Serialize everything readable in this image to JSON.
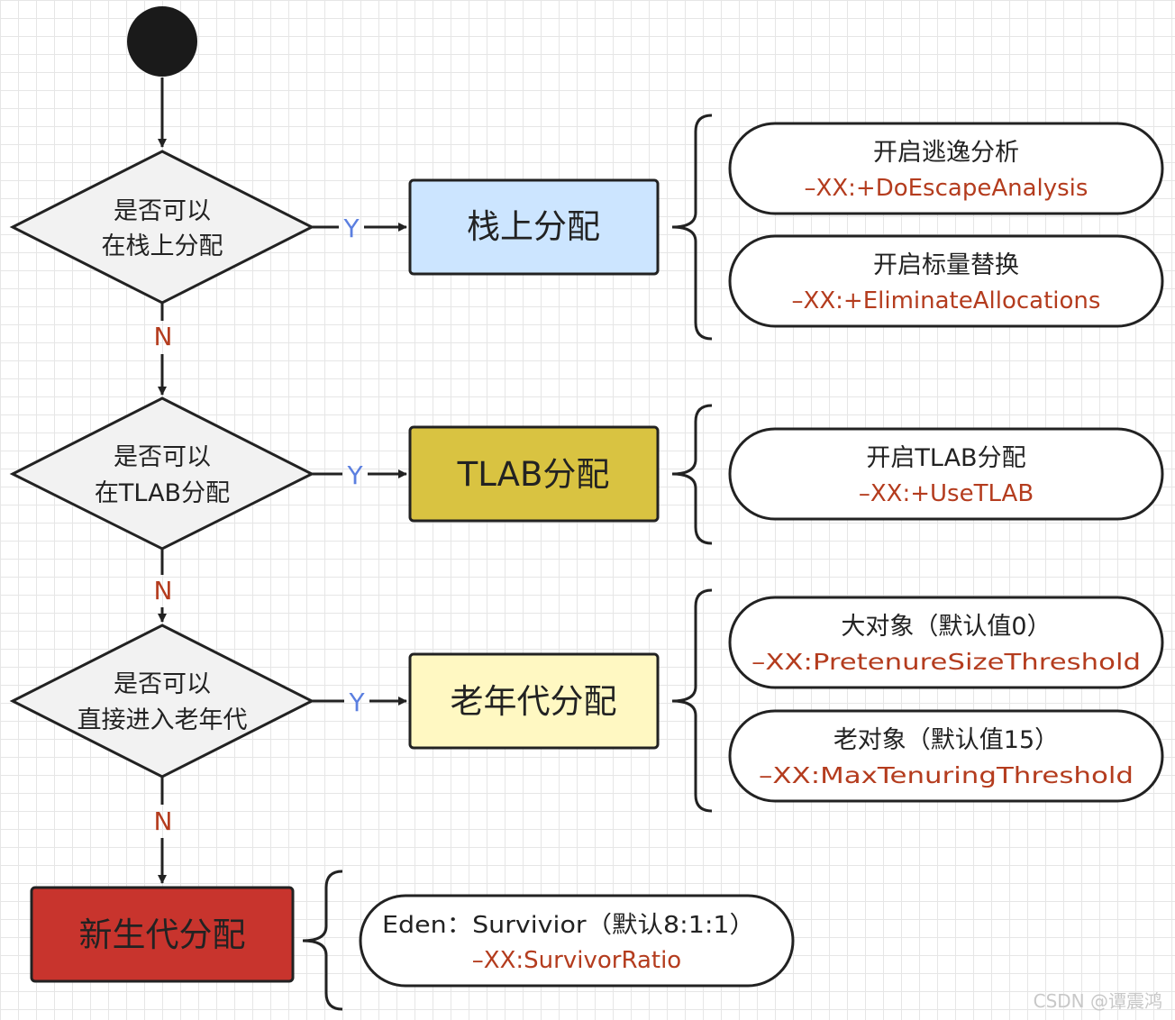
{
  "decisions": [
    {
      "line1": "是否可以",
      "line2": "在栈上分配"
    },
    {
      "line1": "是否可以",
      "line2": "在TLAB分配"
    },
    {
      "line1": "是否可以",
      "line2": "直接进入老年代"
    }
  ],
  "yes_label": "Y",
  "no_label": "N",
  "targets": [
    {
      "label": "栈上分配",
      "fill": "#cce5ff"
    },
    {
      "label": "TLAB分配",
      "fill": "#d9c341"
    },
    {
      "label": "老年代分配",
      "fill": "#fff8c2"
    },
    {
      "label": "新生代分配",
      "fill": "#c8342d"
    }
  ],
  "options": {
    "stack": [
      {
        "title": "开启逃逸分析",
        "flag": "–XX:+DoEscapeAnalysis"
      },
      {
        "title": "开启标量替换",
        "flag": "–XX:+EliminateAllocations"
      }
    ],
    "tlab": [
      {
        "title": "开启TLAB分配",
        "flag": "–XX:+UseTLAB"
      }
    ],
    "old": [
      {
        "title": "大对象（默认值0）",
        "flag": "–XX:PretenureSizeThreshold"
      },
      {
        "title": "老对象（默认值15）",
        "flag": "–XX:MaxTenuringThreshold"
      }
    ],
    "young": [
      {
        "title": "Eden：Survivior（默认8:1:1）",
        "flag": "–XX:SurvivorRatio"
      }
    ]
  },
  "colors": {
    "yes": "#5b7fe0",
    "no": "#b43c1e",
    "flag": "#b43c1e",
    "stroke": "#222222",
    "decision_fill": "#f2f2f2"
  },
  "watermark": "CSDN @谭震鸿"
}
